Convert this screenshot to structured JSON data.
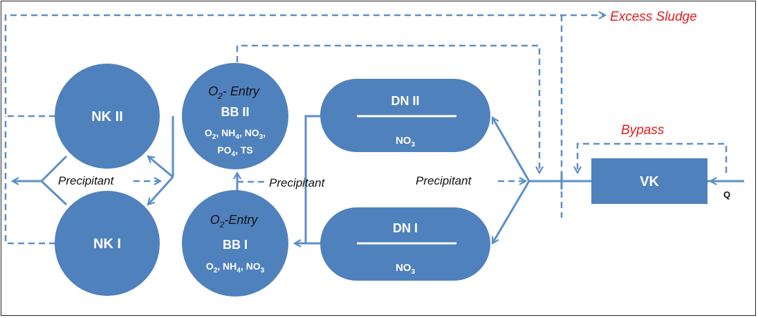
{
  "colors": {
    "node_fill": "#4f81bd",
    "node_text": "#ffffff",
    "flow_line": "#5a8fc8",
    "label_text": "#111111",
    "highlight_text": "#e31b1b"
  },
  "labels": {
    "excess_sludge": "Excess Sludge",
    "bypass": "Bypass",
    "precipitant_left": "Precipitant",
    "precipitant_mid": "Precipitant",
    "precipitant_right": "Precipitant",
    "q": "Q"
  },
  "nodes": {
    "nk2": {
      "title": "NK II"
    },
    "nk1": {
      "title": "NK I"
    },
    "bb2": {
      "entry_prefix": "O",
      "entry_sub": "2",
      "entry_suffix": "- Entry",
      "title": "BB II",
      "line1": {
        "a": "O",
        "a_sub": "2",
        "b": ", NH",
        "b_sub": "4",
        "c": ", NO",
        "c_sub": "3",
        "d": ","
      },
      "line2": {
        "a": "PO",
        "a_sub": "4",
        "b": ", TS"
      }
    },
    "bb1": {
      "entry_prefix": "O",
      "entry_sub": "2",
      "entry_suffix": "-Entry",
      "title": "BB I",
      "line1": {
        "a": "O",
        "a_sub": "2",
        "b": ", NH",
        "b_sub": "4",
        "c": ", NO",
        "c_sub": "3"
      }
    },
    "dn2": {
      "title": "DN II",
      "chem": "NO",
      "chem_sub": "3"
    },
    "dn1": {
      "title": "DN I",
      "chem": "NO",
      "chem_sub": "3"
    },
    "vk": {
      "title": "VK"
    }
  }
}
